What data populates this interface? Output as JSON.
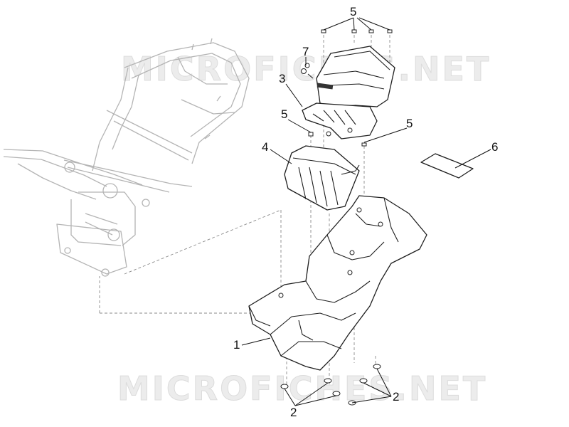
{
  "watermark": {
    "top": "MICROFICHES.NET",
    "bottom": "MICROFICHES.NET"
  },
  "callouts": {
    "c1": "1",
    "c2": "2",
    "c3": "3",
    "c4": "4",
    "c5_top": "5",
    "c5_left": "5",
    "c5_right": "5",
    "c6": "6",
    "c7": "7"
  },
  "colors": {
    "background": "#ffffff",
    "line": "#1e1e1e",
    "ghost_frame": "#b4b4b4",
    "watermark": "#ececec"
  }
}
